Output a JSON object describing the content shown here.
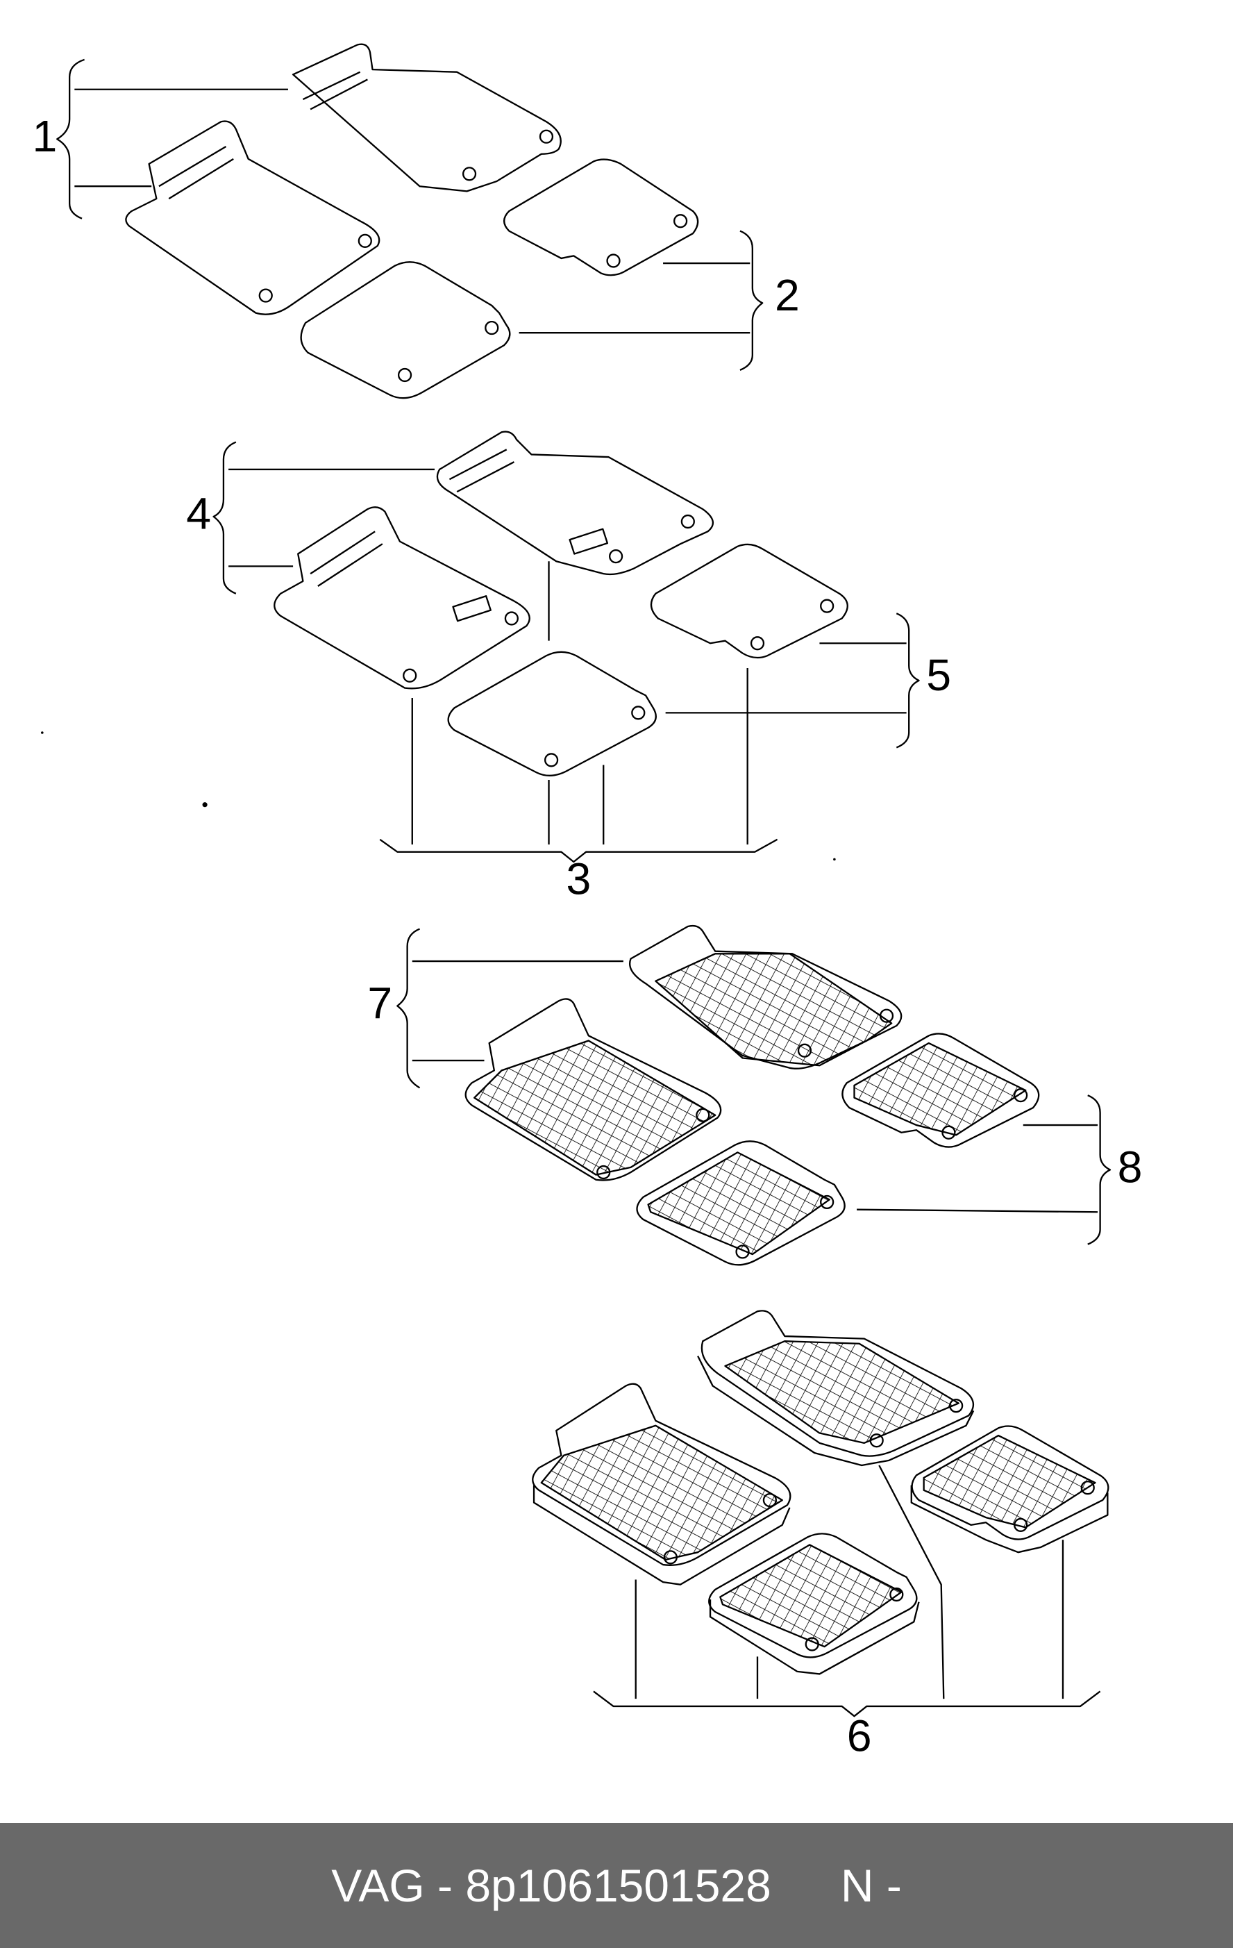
{
  "diagram": {
    "groups": [
      {
        "label": "1",
        "kind": "front mat pair"
      },
      {
        "label": "2",
        "kind": "rear mat pair"
      },
      {
        "label": "3",
        "kind": "set bracket"
      },
      {
        "label": "4",
        "kind": "front mat pair"
      },
      {
        "label": "5",
        "kind": "rear mat pair"
      },
      {
        "label": "6",
        "kind": "set bracket"
      },
      {
        "label": "7",
        "kind": "front mat pair"
      },
      {
        "label": "8",
        "kind": "rear mat pair"
      }
    ]
  },
  "footer": {
    "part_text": "VAG - 8p1061501528",
    "status_text": "N -"
  },
  "colors": {
    "line": "#000000",
    "footer_bg": "#696969",
    "footer_text": "#ffffff"
  }
}
